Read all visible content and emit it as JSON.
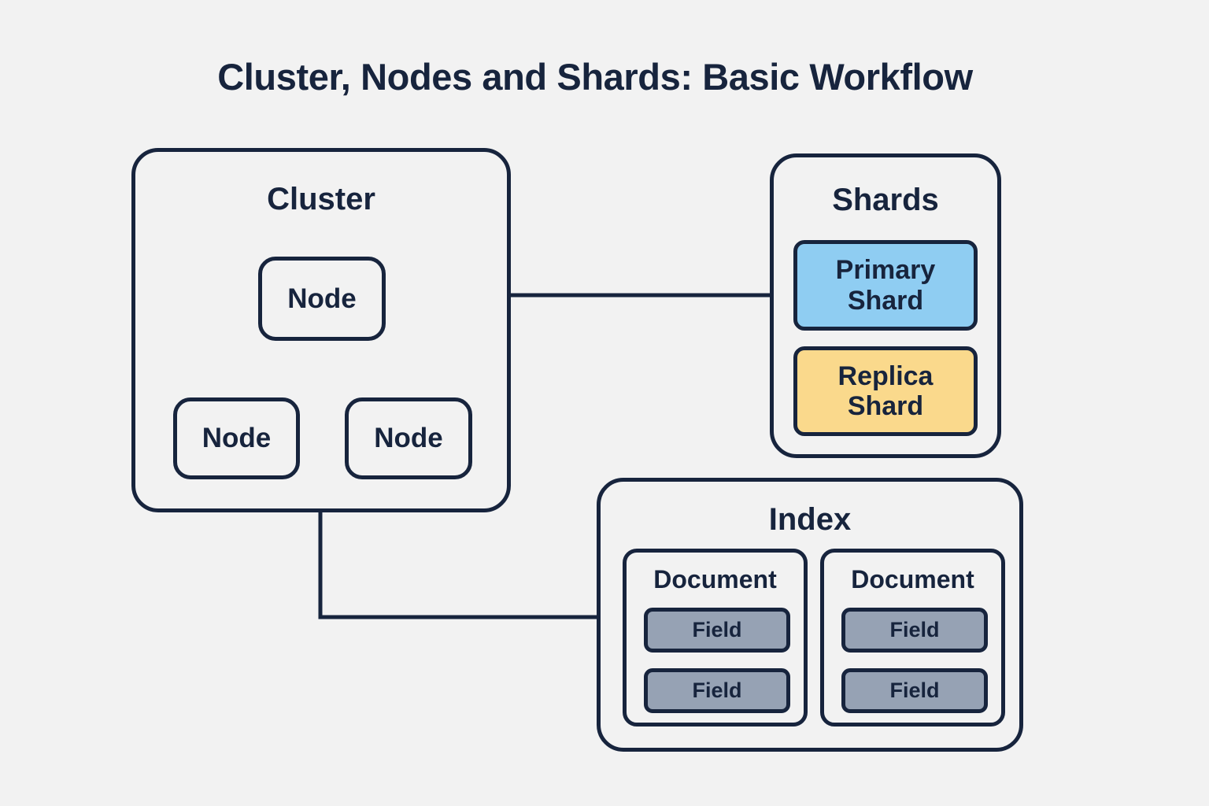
{
  "page": {
    "title": "Cluster, Nodes and Shards: Basic Workflow",
    "background_color": "#f2f2f2",
    "stroke_color": "#17243d"
  },
  "cluster": {
    "label": "Cluster",
    "nodes": [
      {
        "label": "Node",
        "position": "top"
      },
      {
        "label": "Node",
        "position": "bottom-left"
      },
      {
        "label": "Node",
        "position": "bottom-right"
      }
    ]
  },
  "shards": {
    "label": "Shards",
    "items": [
      {
        "label": "Primary Shard",
        "line1": "Primary",
        "line2": "Shard",
        "color": "#8fcdf2"
      },
      {
        "label": "Replica Shard",
        "line1": "Replica",
        "line2": "Shard",
        "color": "#fad98c"
      }
    ]
  },
  "index": {
    "label": "Index",
    "documents": [
      {
        "label": "Document",
        "fields": [
          {
            "label": "Field",
            "color": "#96a2b4"
          },
          {
            "label": "Field",
            "color": "#96a2b4"
          }
        ]
      },
      {
        "label": "Document",
        "fields": [
          {
            "label": "Field",
            "color": "#96a2b4"
          },
          {
            "label": "Field",
            "color": "#96a2b4"
          }
        ]
      }
    ]
  },
  "connectors": [
    {
      "name": "cluster-to-shards",
      "type": "straight"
    },
    {
      "name": "cluster-to-index",
      "type": "elbow"
    },
    {
      "name": "node-top-to-node-left",
      "type": "diagonal"
    },
    {
      "name": "node-top-to-node-right",
      "type": "diagonal"
    },
    {
      "name": "node-left-to-node-right",
      "type": "straight"
    }
  ]
}
